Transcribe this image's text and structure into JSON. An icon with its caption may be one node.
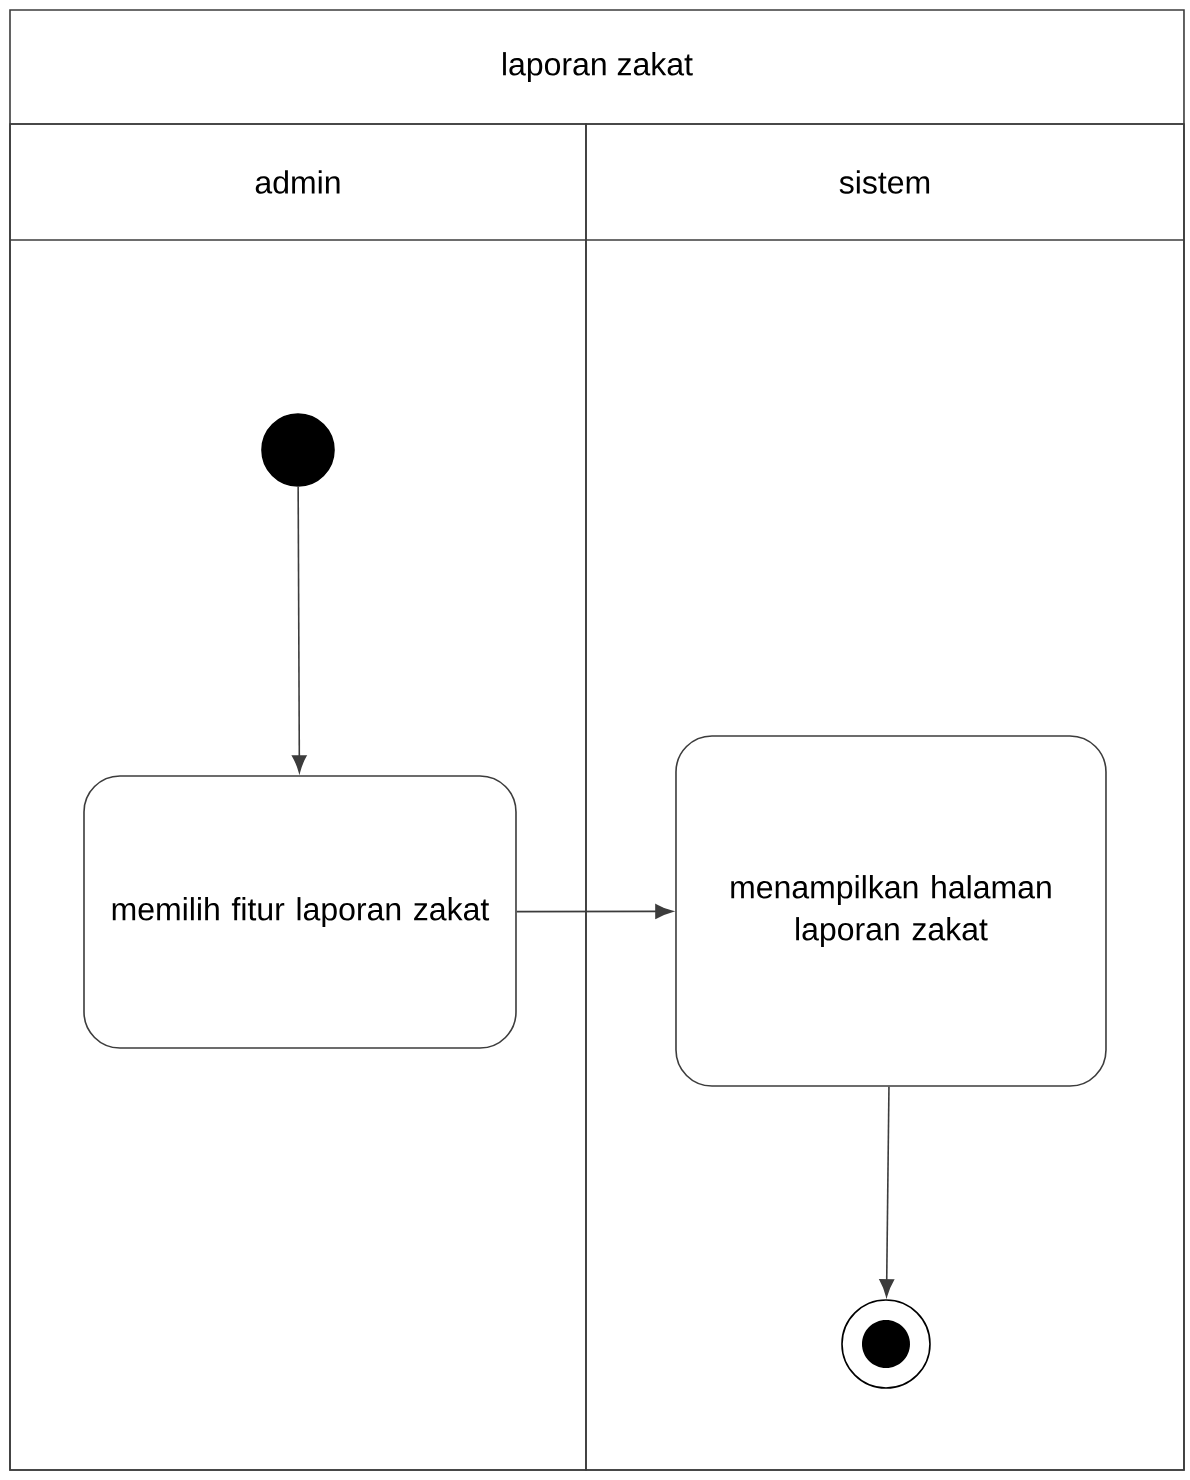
{
  "diagram": {
    "nodes": [
      {
        "text": [
          "laporan zakat"
        ]
      },
      {
        "text": [
          "admin"
        ],
        "in": 0
      },
      {
        "text": [
          "sistem"
        ],
        "in": 0
      },
      {
        "text": [],
        "shape": "circle",
        "in": 1
      },
      {
        "text": [
          "memilih fitur laporan zakat"
        ],
        "in": 1
      },
      {
        "text": [
          "menampilkan halaman laporan zakat"
        ],
        "in": 2
      },
      {
        "text": [],
        "shape": "bullseye",
        "in": 2
      }
    ],
    "edges": [
      {
        "from": 3,
        "to": 4,
        "arrow": "to"
      },
      {
        "from": 4,
        "to": 5,
        "arrow": "to"
      },
      {
        "from": 5,
        "to": 6,
        "arrow": "to"
      }
    ]
  }
}
